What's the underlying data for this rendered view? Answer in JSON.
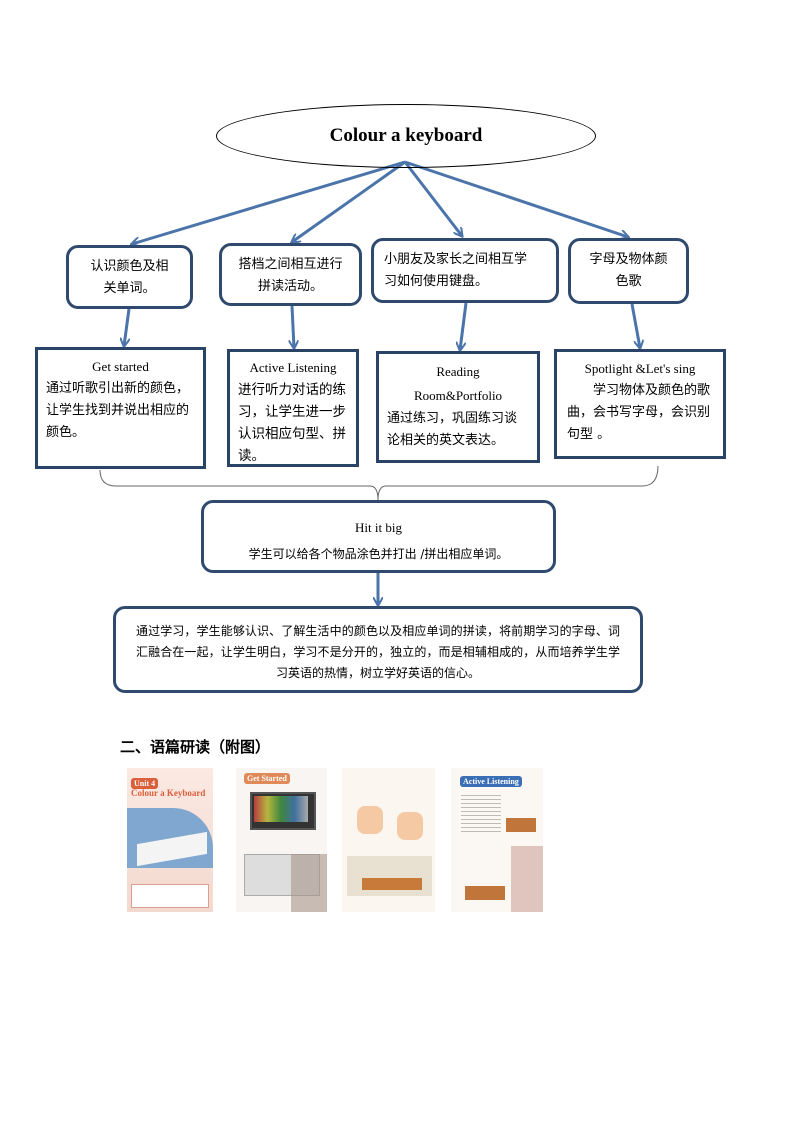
{
  "diagram": {
    "root": "Colour  a keyboard",
    "level1": [
      {
        "lines": [
          "认识颜色及相",
          "关单词。"
        ]
      },
      {
        "lines": [
          "搭档之间相互进行",
          "拼读活动。"
        ]
      },
      {
        "lines": [
          "小朋友及家长之间相互学",
          "习如何使用键盘。"
        ]
      },
      {
        "lines": [
          "字母及物体颜",
          "色歌"
        ]
      }
    ],
    "level2": [
      {
        "title": "Get started",
        "text": "通过听歌引出新的颜色，让学生找到并说出相应的颜色。"
      },
      {
        "title": "Active Listening",
        "text": "进行听力对话的练习，让学生进一步认识相应句型、拼读。"
      },
      {
        "title": "Reading Room&Portfolio",
        "text": "通过练习，巩固练习谈论相关的英文表达。"
      },
      {
        "title": "Spotlight  &Let's sing",
        "text": "学习物体及颜色的歌曲，会书写字母，会识别句型 。"
      }
    ],
    "merge": {
      "title": "Hit it big",
      "text": "学生可以给各个物品涂色并打出 /拼出相应单词。"
    },
    "summary": "通过学习，学生能够认识、了解生活中的颜色以及相应单词的拼读，将前期学习的字母、词汇融合在一起，让学生明白，学习不是分开的，独立的，而是相辅相成的，从而培养学生学习英语的热情，树立学好英语的信心。"
  },
  "section2": {
    "heading": "二、语篇研读（附图）",
    "thumbnails": [
      {
        "label": "Unit 4",
        "title": "Colour a Keyboard"
      },
      {
        "label": "Get Started"
      },
      {
        "label": ""
      },
      {
        "label": "Active Listening"
      }
    ]
  },
  "colors": {
    "line": "#4a74aa",
    "border": "#2f4a6e"
  }
}
